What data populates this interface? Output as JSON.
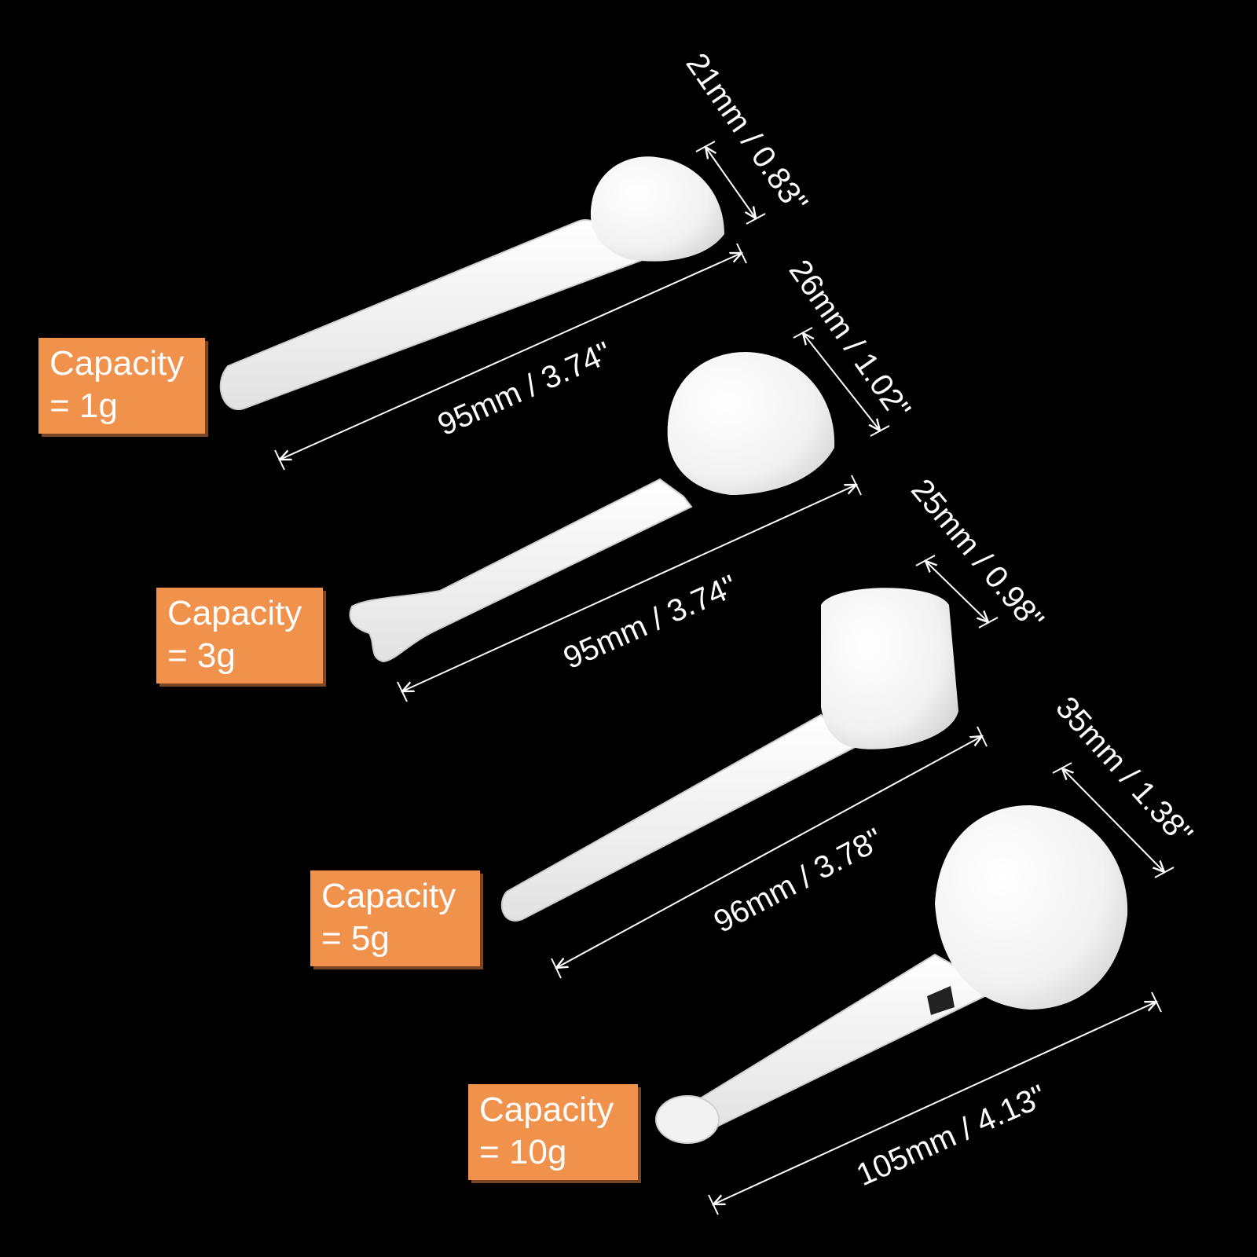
{
  "spoons": [
    {
      "capacity_label": "Capacity",
      "capacity_value": "= 1g",
      "length": "95mm / 3.74\"",
      "bowl": "21mm / 0.83\""
    },
    {
      "capacity_label": "Capacity",
      "capacity_value": "= 3g",
      "length": "95mm / 3.74\"",
      "bowl": "26mm / 1.02\""
    },
    {
      "capacity_label": "Capacity",
      "capacity_value": "= 5g",
      "length": "96mm / 3.78\"",
      "bowl": "25mm / 0.98\""
    },
    {
      "capacity_label": "Capacity",
      "capacity_value": "= 10g",
      "length": "105mm / 4.13\"",
      "bowl": "35mm / 1.38\""
    }
  ],
  "colors": {
    "background": "#000000",
    "label_fill": "#f0914c",
    "spoon": "#f7f7f7",
    "text": "#ffffff"
  }
}
